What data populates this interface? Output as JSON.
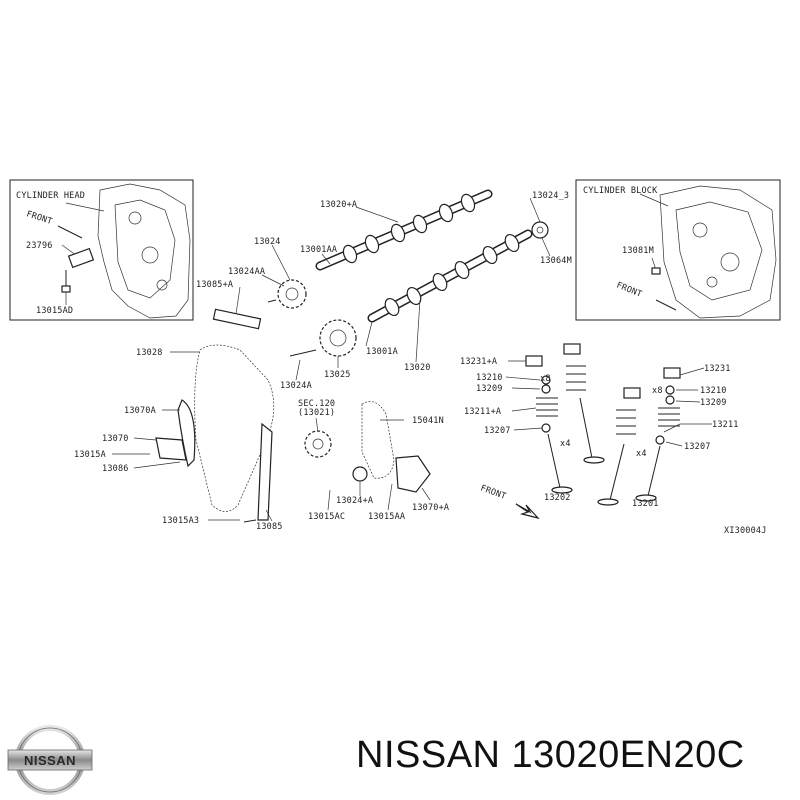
{
  "insets": {
    "left": {
      "title": "CYLINDER HEAD",
      "front": "FRONT",
      "parts": [
        "23796",
        "13015AD"
      ]
    },
    "right": {
      "title": "CYLINDER BLOCK",
      "front": "FRONT",
      "parts": [
        "13081M"
      ]
    }
  },
  "part_labels": {
    "p13020A": "13020+A",
    "p13024": "13024",
    "p13001AA": "13001AA",
    "p13024AA": "13024AA",
    "p13085A": "13085+A",
    "p13028": "13028",
    "p13024A": "13024A",
    "p13025": "13025",
    "p13001A": "13001A",
    "p13020": "13020",
    "p13024_3": "13024_3",
    "p13064M": "13064M",
    "p13070A": "13070A",
    "p13070": "13070",
    "p13015A": "13015A",
    "p13086": "13086",
    "p13015A3": "13015A3",
    "p13085": "13085",
    "sec120": "SEC.120",
    "sec13021": "(13021)",
    "p15041N": "15041N",
    "p13024plusA": "13024+A",
    "p13015AC": "13015AC",
    "p13015AA": "13015AA",
    "p13070plusA": "13070+A",
    "front_main": "FRONT",
    "p13231A": "13231+A",
    "p13210_l": "13210",
    "x8_l": "x8",
    "p13209_l": "13209",
    "p13211A": "13211+A",
    "p13207_l": "13207",
    "x4_l": "x4",
    "p13202": "13202",
    "p13231": "13231",
    "x8_r": "x8",
    "p13210_r": "13210",
    "p13209_r": "13209",
    "p13211": "13211",
    "p13207_r": "13207",
    "x4_r": "x4",
    "p13201": "13201",
    "ref": "XI30004J"
  },
  "caption": "NISSAN 13020EN20C",
  "logo_text": "NISSAN",
  "colors": {
    "ink": "#222222",
    "background": "#ffffff"
  }
}
